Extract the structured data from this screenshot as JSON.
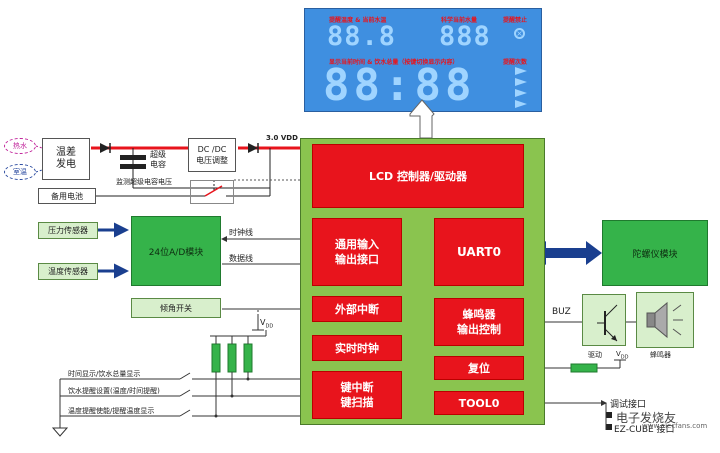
{
  "lcd": {
    "label_temp": "提醒温度 & 当前水温",
    "label_left": "科学当前水量",
    "label_alarm": "提醒禁止",
    "label_bottom": "显示当前时间 & 饮水总量（按键切换显示内容）",
    "label_count": "提醒次数",
    "digits_temp": "88.8",
    "digits_water": "888",
    "digits_time": "88:88"
  },
  "power": {
    "hot_water": "热水",
    "room_temp": "室温",
    "thermo_gen": "温差\n发电",
    "supercap": "超级\n电容",
    "dcdc": "DC /DC\n电压调整",
    "vdd": "3.0 VDD",
    "monitor": "监测超级电容电压",
    "battery": "备用电池"
  },
  "sensors": {
    "pressure": "压力传感器",
    "temperature": "温度传感器",
    "adc": "24位A/D模块",
    "clock_line": "时钟线",
    "data_line": "数据线",
    "tilt": "倾角开关"
  },
  "mcu": {
    "lcd_ctrl": "LCD 控制器/驱动器",
    "gpio": "通用输入\n输出接口",
    "uart": "UART0",
    "ext_int": "外部中断",
    "rtc": "实时时钟",
    "buzzer_ctrl": "蜂鸣器\n输出控制",
    "reset": "复位",
    "key_int": "键中断\n键扫描",
    "tool": "TOOL0"
  },
  "peripherals": {
    "gyro": "陀螺仪模块",
    "buz": "BUZ",
    "driver": "驱动",
    "buzzer": "蜂鸣器",
    "vdd": "VDD",
    "vdd_sub": "DD",
    "debug": "调试接口",
    "ezcube": "EZ-CUBE 接口",
    "watermark": "电子发烧友",
    "watermark_url": "www.elecfans.com"
  },
  "keys": {
    "k1": "时间显示/饮水总量显示",
    "k2": "饮水提醒设置(温度/时间提醒)",
    "k3": "温度提醒使能/提醒温度显示"
  },
  "colors": {
    "red": "#e8141c",
    "green": "#35b34a",
    "lcd": "#3f8fe0",
    "navy": "#1a3f8f"
  }
}
